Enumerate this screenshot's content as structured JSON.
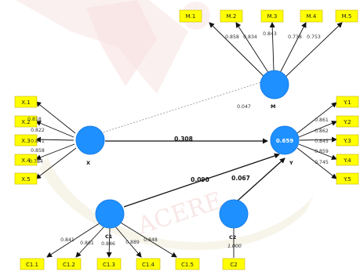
{
  "diagram": {
    "latents": {
      "M": {
        "label": "M"
      },
      "X": {
        "label": "X"
      },
      "Y": {
        "label": "Y",
        "r2": "0.659"
      },
      "C1": {
        "label": "C1"
      },
      "C2": {
        "label": "C2"
      }
    },
    "indicators": {
      "M": [
        "M.1",
        "M.2",
        "M.3",
        "M.4",
        "M.5"
      ],
      "X": [
        "X.1",
        "X.2",
        "X.3",
        "X.4",
        "X.5"
      ],
      "Y": [
        "Y.1",
        "Y.2",
        "Y.3",
        "Y.4",
        "Y.5"
      ],
      "C1": [
        "C1.1",
        "C1.2",
        "C1.3",
        "C1.4",
        "C1.5"
      ],
      "C2": [
        "C2"
      ]
    },
    "loadings": {
      "M": [
        "0.858",
        "0.834",
        "0.843",
        "0.738",
        "0.753"
      ],
      "X": [
        "0.818",
        "0.822",
        "0.841",
        "0.858",
        "0.784"
      ],
      "Y": [
        "0.861",
        "0.862",
        "0.845",
        "0.859",
        "0.745"
      ],
      "C1": [
        "0.841",
        "0.861",
        "0.846",
        "0.889",
        "0.848"
      ],
      "C2": [
        "1.000"
      ]
    },
    "paths": {
      "x_to_y": "0.308",
      "x_to_m": "0.047",
      "c1_to_y": "0.090",
      "c2_to_y": "0.067"
    },
    "watermark_text": "ACERE",
    "colors": {
      "latent_fill": "#1e90ff",
      "indicator_fill": "#ffff00",
      "arrow": "#111111",
      "dotted_path": "#b0b0b0"
    }
  }
}
